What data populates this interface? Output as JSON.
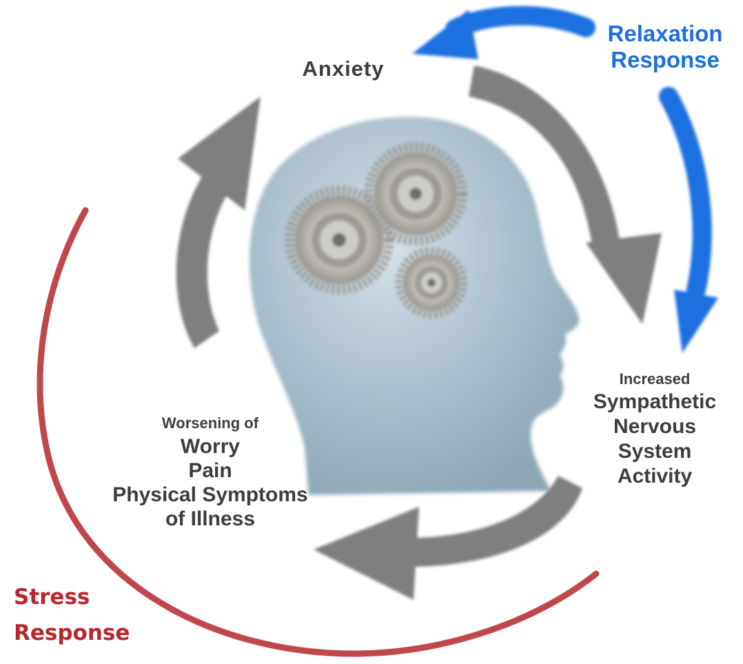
{
  "diagram": {
    "nodes": {
      "anxiety": "Anxiety",
      "sympathetic": {
        "line1": "Increased",
        "line2": "Sympathetic",
        "line3": "Nervous",
        "line4": "System",
        "line5": "Activity"
      },
      "worsening": {
        "line1": "Worsening of",
        "line2": "Worry",
        "line3": "Pain",
        "line4": "Physical Symptoms",
        "line5": "of Illness"
      }
    },
    "relaxation": {
      "line1": "Relaxation",
      "line2": "Response"
    },
    "stress": {
      "line1": "Stress",
      "line2": "Response"
    },
    "colors": {
      "cycle_arrow": "#7d807b",
      "relaxation": "#1c6fe0",
      "stress": "#c0474b",
      "head": "#9fb6c4",
      "gear": "#b5b3ac"
    },
    "icons": [
      "head-silhouette-icon",
      "gear-icon"
    ]
  }
}
